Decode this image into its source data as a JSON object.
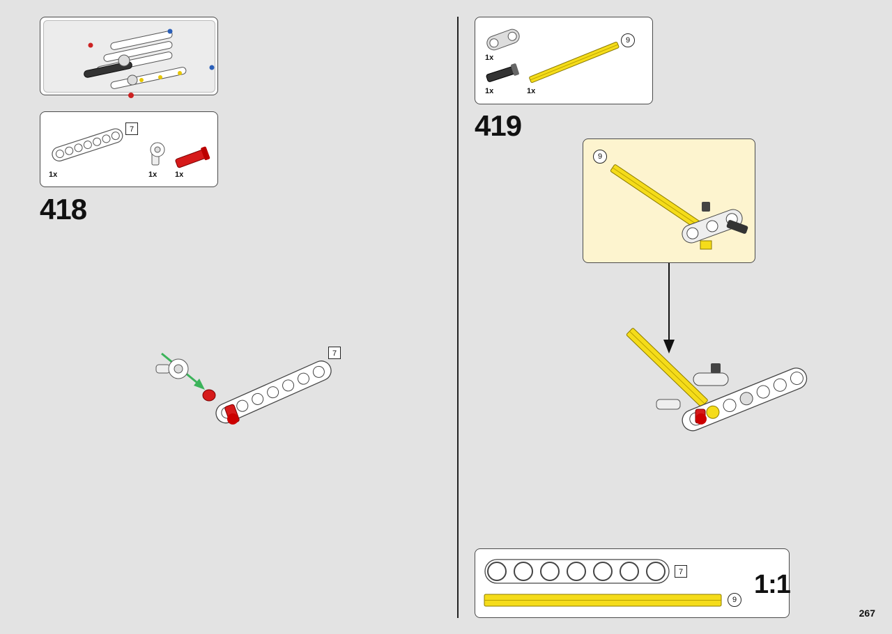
{
  "colors": {
    "background": "#e3e3e3",
    "callout_yellow": "#fdf4cf",
    "axle_yellow": "#f5dc1a",
    "pin_red": "#d61a1a",
    "arrow_green": "#3bb35a"
  },
  "left_page": {
    "step": {
      "number": "418"
    },
    "parts": [
      {
        "qty": "1x",
        "icon": "beam-7-icon"
      },
      {
        "qty": "1x",
        "icon": "pin-connector-icon"
      },
      {
        "qty": "1x",
        "icon": "red-pin-icon"
      }
    ],
    "beam_length_badge": "7",
    "assembly_badge": "7"
  },
  "right_page": {
    "step": {
      "number": "419"
    },
    "parts": [
      {
        "qty": "1x",
        "icon": "double-connector-icon"
      },
      {
        "qty": "1x",
        "icon": "black-pin-icon"
      },
      {
        "qty": "1x",
        "icon": "yellow-axle-icon"
      }
    ],
    "axle_length_badge": "9",
    "callout_badge": "9",
    "scale_box": {
      "beam_badge": "7",
      "axle_badge": "9",
      "label": "1:1"
    }
  },
  "page_number": "267"
}
